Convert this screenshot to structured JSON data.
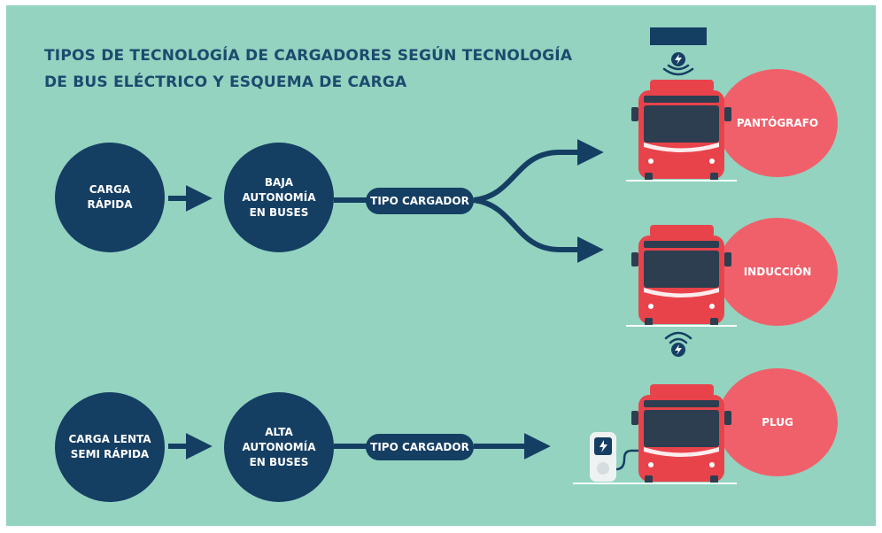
{
  "title": {
    "line1": "TIPOS DE TECNOLOGÍA DE CARGADORES SEGÚN TECNOLOGÍA",
    "line2": "DE BUS ELÉCTRICO Y ESQUEMA DE CARGA"
  },
  "rows": [
    {
      "charge": "CARGA\nRÁPIDA",
      "autonomy": "BAJA\nAUTONOMÍA\nEN BUSES",
      "charger_type": "TIPO CARGADOR"
    },
    {
      "charge": "CARGA LENTA\nSEMI RÁPIDA",
      "autonomy": "ALTA\nAUTONOMÍA\nEN BUSES",
      "charger_type": "TIPO CARGADOR"
    }
  ],
  "technologies": [
    "PANTÓGRAFO",
    "INDUCCIÓN",
    "PLUG"
  ],
  "colors": {
    "background": "#93d3c0",
    "navy": "#153e63",
    "coral": "#f0606a",
    "bus_red": "#e8434b",
    "bus_dark": "#2c3e50"
  },
  "icons": [
    "lightning-bolt-icon",
    "wireless-signal-icon",
    "bus-icon",
    "charging-station-icon"
  ]
}
